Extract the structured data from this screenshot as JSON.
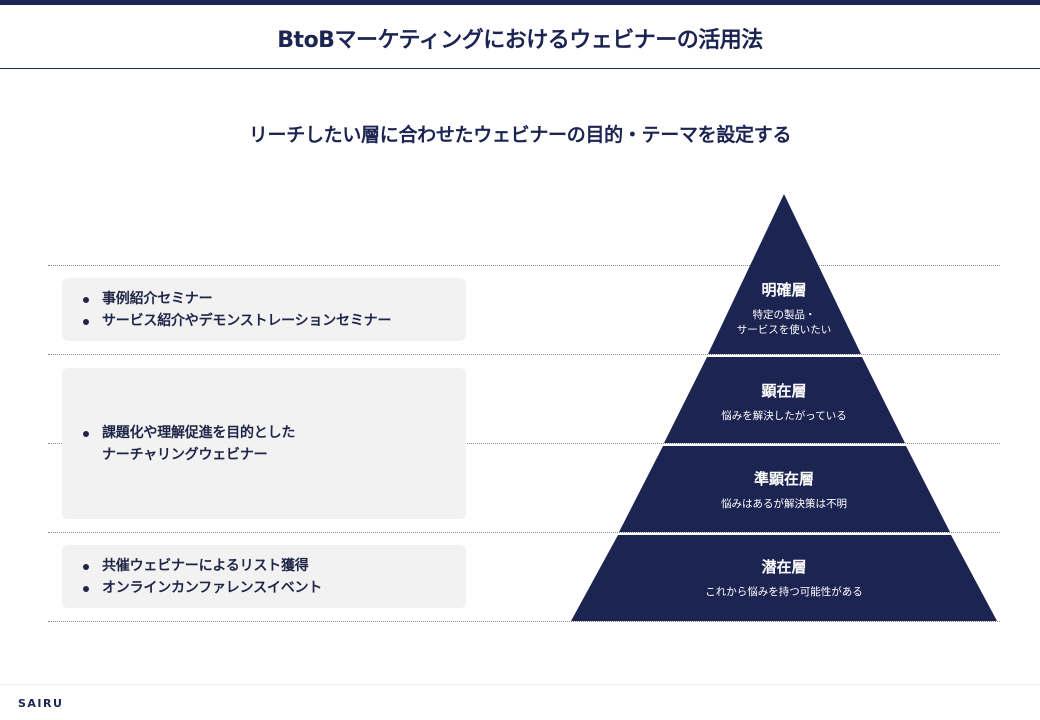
{
  "header": {
    "title": "BtoBマーケティングにおけるウェビナーの活用法"
  },
  "subtitle": "リーチしたい層に合わせたウェビナーの目的・テーマを設定する",
  "boxes": [
    {
      "items": [
        "事例紹介セミナー",
        "サービス紹介やデモンストレーションセミナー"
      ]
    },
    {
      "item_line1": "課題化や理解促進を目的とした",
      "item_line2": "ナーチャリングウェビナー"
    },
    {
      "items": [
        "共催ウェビナーによるリスト獲得",
        "オンラインカンファレンスイベント"
      ]
    }
  ],
  "pyramid": {
    "color": "#1c2452",
    "tiers": [
      {
        "title": "明確層",
        "desc_line1": "特定の製品・",
        "desc_line2": "サービスを使いたい"
      },
      {
        "title": "顕在層",
        "desc": "悩みを解決したがっている"
      },
      {
        "title": "準顕在層",
        "desc": "悩みはあるが解決策は不明"
      },
      {
        "title": "潜在層",
        "desc": "これから悩みを持つ可能性がある"
      }
    ]
  },
  "footer": {
    "logo": "SAIRU"
  }
}
